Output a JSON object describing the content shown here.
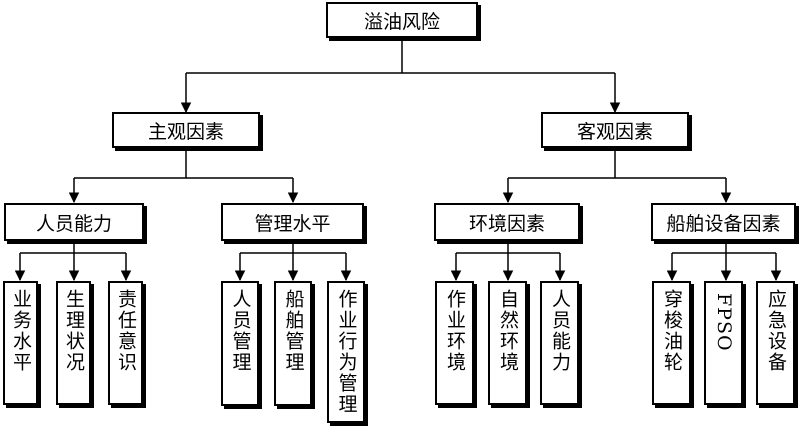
{
  "root": {
    "label": "溢油风险"
  },
  "level1": {
    "subjective": {
      "label": "主观因素"
    },
    "objective": {
      "label": "客观因素"
    }
  },
  "level2": {
    "personnel": {
      "label": "人员能力"
    },
    "management": {
      "label": "管理水平"
    },
    "environment": {
      "label": "环境因素"
    },
    "equipment": {
      "label": "船舶设备因素"
    }
  },
  "level3": {
    "personnel": [
      "业务水平",
      "生理状况",
      "责任意识"
    ],
    "management": [
      "人员管理",
      "船舶管理",
      "作业行为管理"
    ],
    "environment": [
      "作业环境",
      "自然环境",
      "人员能力"
    ],
    "equipment": [
      "穿梭油轮",
      "FPSO",
      "应急设备"
    ]
  }
}
